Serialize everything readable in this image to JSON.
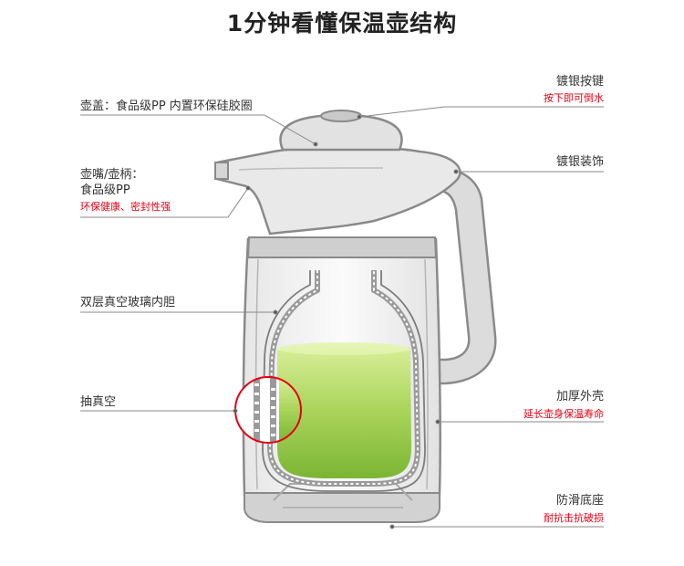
{
  "title": "1分钟看懂保温壶结构",
  "colors": {
    "accent_red": "#e60012",
    "liquid_green": "#8cc63f",
    "outline": "#888888",
    "text": "#333333"
  },
  "labels": {
    "lid": "壶盖：食品级PP 内置环保硅胶圈",
    "spout_handle_line1": "壶嘴/壶柄：",
    "spout_handle_line2": "食品级PP",
    "spout_handle_note": "环保健康、密封性强",
    "liner": "双层真空玻璃内胆",
    "vacuum": "抽真空",
    "button": "镀银按键",
    "button_note": "按下即可倒水",
    "decoration": "镀银装饰",
    "shell": "加厚外壳",
    "shell_note": "延长壶身保温寿命",
    "base": "防滑底座",
    "base_note": "耐抗击抗破损"
  }
}
